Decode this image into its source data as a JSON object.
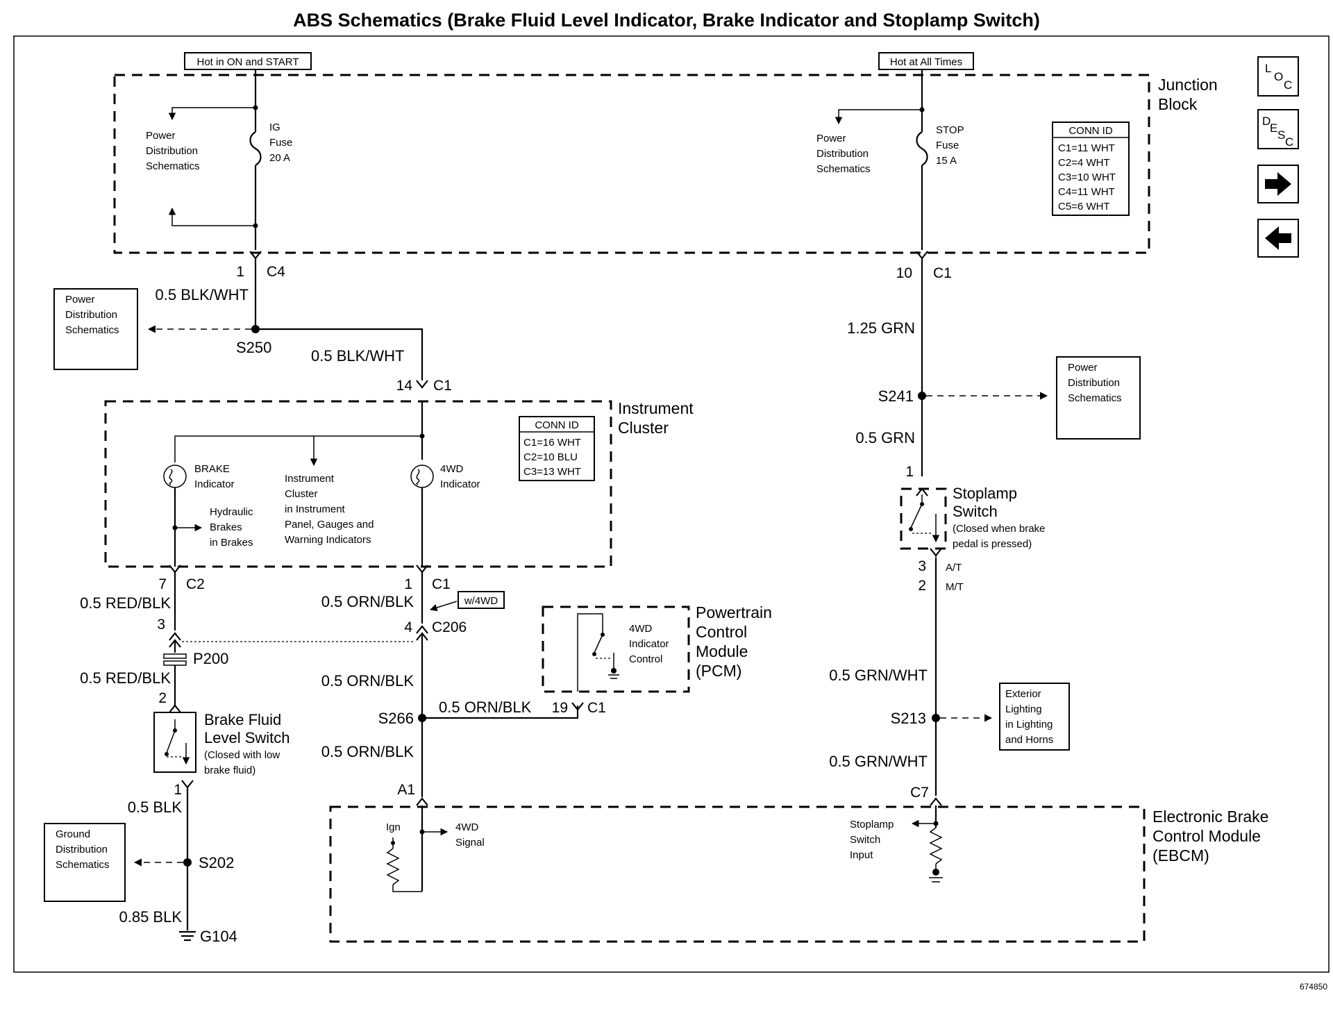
{
  "title": "ABS Schematics (Brake Fluid Level Indicator, Brake Indicator and Stoplamp Switch)",
  "figure_id": "674850",
  "nav": {
    "loc": [
      "L",
      "O",
      "C"
    ],
    "desc": [
      "D",
      "E",
      "S",
      "C"
    ],
    "next": "→",
    "prev": "←"
  },
  "hot_tags": {
    "on_start": "Hot in ON and START",
    "all_times": "Hot at All Times"
  },
  "junction_block": {
    "label": [
      "Junction",
      "Block"
    ],
    "ig_fuse": [
      "IG",
      "Fuse",
      "20 A"
    ],
    "stop_fuse": [
      "STOP",
      "Fuse",
      "15 A"
    ],
    "pds_left": [
      "Power",
      "Distribution",
      "Schematics"
    ],
    "pds_right": [
      "Power",
      "Distribution",
      "Schematics"
    ],
    "conn_id": {
      "header": "CONN ID",
      "rows": [
        "C1=11 WHT",
        "C2=4 WHT",
        "C3=10 WHT",
        "C4=11 WHT",
        "C5=6 WHT"
      ]
    }
  },
  "left_top": {
    "pin_c4": "1",
    "conn_c4": "C4",
    "wire_a": "0.5 BLK/WHT",
    "splice": "S250",
    "wire_b": "0.5 BLK/WHT",
    "pds_box": [
      "Power",
      "Distribution",
      "Schematics"
    ],
    "pin_c1": "14",
    "conn_c1": "C1"
  },
  "instrument_cluster": {
    "label": [
      "Instrument",
      "Cluster"
    ],
    "brake_ind": [
      "BRAKE",
      "Indicator"
    ],
    "hydraulic": [
      "Hydraulic",
      "Brakes",
      "in Brakes"
    ],
    "cluster_ref": [
      "Instrument",
      "Cluster",
      "in Instrument",
      "Panel, Gauges and",
      "Warning Indicators"
    ],
    "ind_4wd": [
      "4WD",
      "Indicator"
    ],
    "conn_id": {
      "header": "CONN ID",
      "rows": [
        "C1=16 WHT",
        "C2=10 BLU",
        "C3=13 WHT"
      ]
    }
  },
  "left_mid": {
    "pin_c2": "7",
    "conn_c2": "C2",
    "wire_rb1": "0.5 RED/BLK",
    "pin_3": "3",
    "p200": "P200",
    "wire_rb2": "0.5 RED/BLK",
    "pin_2": "2",
    "bfls": [
      "Brake Fluid",
      "Level Switch"
    ],
    "bfls_note": [
      "(Closed with low",
      "brake fluid)"
    ],
    "pin_1": "1",
    "wire_blk": "0.5 BLK",
    "s202": "S202",
    "wire_085": "0.85 BLK",
    "g104": "G104",
    "gds_box": [
      "Ground",
      "Distribution",
      "Schematics"
    ]
  },
  "center": {
    "pin_c1": "1",
    "conn_c1": "C1",
    "wire_ob1": "0.5 ORN/BLK",
    "w4wd": "w/4WD",
    "pin_4": "4",
    "c206": "C206",
    "wire_ob2": "0.5 ORN/BLK",
    "s266": "S266",
    "wire_ob3": "0.5 ORN/BLK",
    "pin_19": "19",
    "conn_pcm": "C1",
    "wire_ob4": "0.5 ORN/BLK",
    "a1": "A1"
  },
  "pcm": {
    "label": [
      "Powertrain",
      "Control",
      "Module",
      "(PCM)"
    ],
    "inner": [
      "4WD",
      "Indicator",
      "Control"
    ]
  },
  "right": {
    "pin_10": "10",
    "conn_c1": "C1",
    "wire_grn125": "1.25 GRN",
    "s241": "S241",
    "wire_grn05": "0.5 GRN",
    "pds_box": [
      "Power",
      "Distribution",
      "Schematics"
    ],
    "pin_1": "1",
    "stoplamp": [
      "Stoplamp",
      "Switch"
    ],
    "stoplamp_note": [
      "(Closed when brake",
      "pedal is pressed)"
    ],
    "pin_3": "3",
    "at": "A/T",
    "pin_2": "2",
    "mt": "M/T",
    "wire_gw1": "0.5 GRN/WHT",
    "s213": "S213",
    "wire_gw2": "0.5 GRN/WHT",
    "c7": "C7",
    "ext_box": [
      "Exterior",
      "Lighting",
      "in Lighting",
      "and Horns"
    ]
  },
  "ebcm": {
    "label": [
      "Electronic Brake",
      "Control Module",
      "(EBCM)"
    ],
    "ign": "Ign",
    "sig": [
      "4WD",
      "Signal"
    ],
    "stop_input": [
      "Stoplamp",
      "Switch",
      "Input"
    ]
  }
}
